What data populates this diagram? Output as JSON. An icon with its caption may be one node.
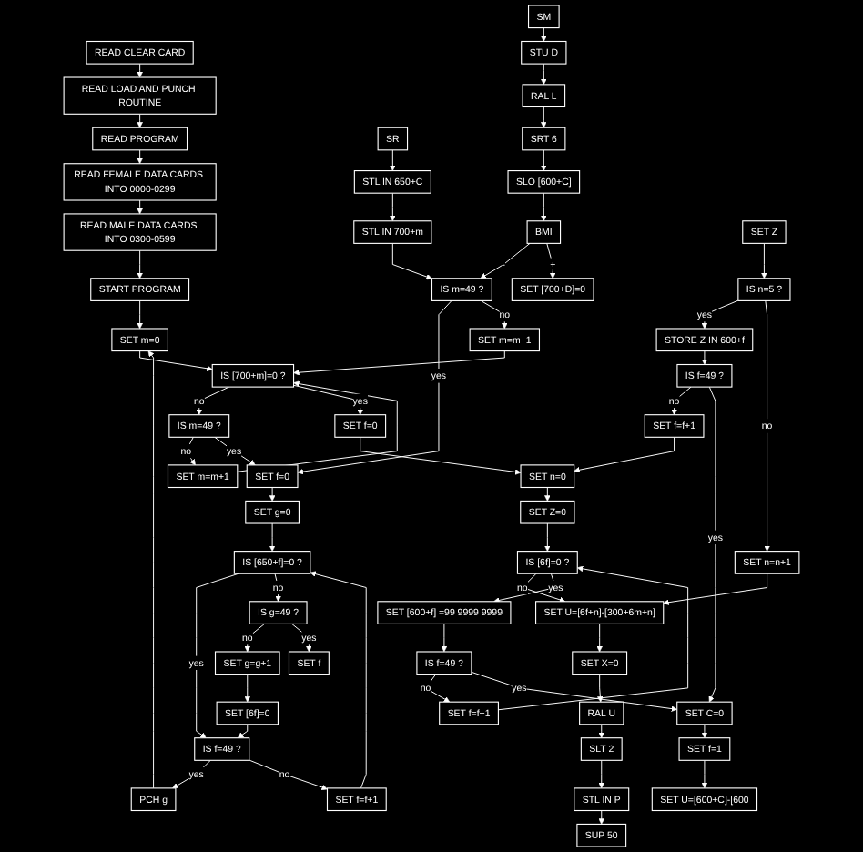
{
  "diagram": {
    "nodes": [
      {
        "text": [
          "READ CLEAR CARD"
        ]
      },
      {
        "text": [
          "READ LOAD AND PUNCH ROUTINE"
        ]
      },
      {
        "text": [
          "READ PROGRAM"
        ]
      },
      {
        "text": [
          "READ FEMALE DATA CARDS INTO 0000-0299"
        ]
      },
      {
        "text": [
          "READ MALE DATA CARDS INTO 0300-0599"
        ]
      },
      {
        "text": [
          "START PROGRAM"
        ]
      },
      {
        "text": [
          "SET m=0"
        ]
      },
      {
        "text": [
          "IS [700+m]=0 ?"
        ]
      },
      {
        "text": [
          "SET m=m+1"
        ]
      },
      {
        "text": [
          "IS m=49 ?"
        ]
      },
      {
        "text": [
          "SET f=0"
        ]
      },
      {
        "text": [
          "SET n=0"
        ]
      },
      {
        "text": [
          "SET Z=0"
        ]
      },
      {
        "text": [
          "IS [6f]=0 ?"
        ]
      },
      {
        "text": [
          "SET [600+f] =99 9999 9999"
        ]
      },
      {
        "text": [
          "SET U=[6f+n]-[300+6m+n]"
        ]
      },
      {
        "text": [
          "PCH g"
        ]
      },
      {
        "text": [
          "IS f=49 ?"
        ]
      },
      {
        "text": [
          "SET [6f]=0"
        ]
      },
      {
        "text": [
          "SET f=f+1"
        ]
      },
      {
        "text": [
          "SET g=g+1"
        ]
      },
      {
        "text": [
          "SET f=0"
        ]
      },
      {
        "text": [
          "SET g=0"
        ]
      },
      {
        "text": [
          "IS [650+f]=0 ?"
        ]
      },
      {
        "text": [
          "IS g=49 ?"
        ]
      },
      {
        "text": [
          "SET f"
        ]
      },
      {
        "text": [
          "STL IN 700+m"
        ]
      },
      {
        "text": [
          "STL IN 650+C"
        ]
      },
      {
        "text": [
          "SR"
        ]
      },
      {
        "text": [
          "SET [700+D]=0"
        ]
      },
      {
        "text": [
          "IS m=49 ?"
        ]
      },
      {
        "text": [
          "SET m=m+1"
        ]
      },
      {
        "text": [
          "BMI"
        ]
      },
      {
        "text": [
          "SLO [600+C]"
        ]
      },
      {
        "text": [
          "SRT 6"
        ]
      },
      {
        "text": [
          "RAL L"
        ]
      },
      {
        "text": [
          "STU D"
        ]
      },
      {
        "text": [
          "SM"
        ]
      },
      {
        "text": [
          "SET C=0"
        ]
      },
      {
        "text": [
          "SET f=1"
        ]
      },
      {
        "text": [
          "SET U=[600+C]-[600"
        ]
      },
      {
        "text": [
          "IS f=49 ?"
        ]
      },
      {
        "text": [
          "STORE Z IN 600+f"
        ]
      },
      {
        "text": [
          "SET f=f+1"
        ]
      },
      {
        "text": [
          "SET f=f+1"
        ]
      },
      {
        "text": [
          "IS f=49 ?"
        ]
      },
      {
        "text": [
          "IS n=5 ?"
        ]
      },
      {
        "text": [
          "SET Z"
        ]
      },
      {
        "text": [
          "SET n=n+1"
        ]
      },
      {
        "text": [
          "SET X=0"
        ]
      },
      {
        "text": [
          "RAL U"
        ]
      },
      {
        "text": [
          "SLT 2"
        ]
      },
      {
        "text": [
          "STL IN P"
        ]
      },
      {
        "text": [
          "SUP 50"
        ]
      }
    ],
    "edges": [
      {
        "from": 0,
        "to": 1,
        "arrow": "to"
      },
      {
        "from": 1,
        "to": 2,
        "arrow": "to"
      },
      {
        "from": 2,
        "to": 3,
        "arrow": "to"
      },
      {
        "from": 3,
        "to": 4,
        "arrow": "to"
      },
      {
        "from": 4,
        "to": 5,
        "arrow": "to"
      },
      {
        "from": 5,
        "to": 6,
        "arrow": "to"
      },
      {
        "from": 6,
        "to": 7,
        "arrow": "to"
      },
      {
        "from": 7,
        "to": 9,
        "label": "no",
        "arrow": "to"
      },
      {
        "from": 9,
        "to": 8,
        "label": "no",
        "arrow": "to"
      },
      {
        "from": 8,
        "to": 7,
        "arrow": "to"
      },
      {
        "from": 7,
        "to": 10,
        "label": "yes",
        "arrow": "to"
      },
      {
        "from": 10,
        "to": 11,
        "arrow": "to"
      },
      {
        "from": 11,
        "to": 12,
        "arrow": "to"
      },
      {
        "from": 12,
        "to": 13,
        "arrow": "to"
      },
      {
        "from": 13,
        "to": 15,
        "label": "no",
        "arrow": "to"
      },
      {
        "from": 13,
        "to": 14,
        "label": "yes",
        "arrow": "to"
      },
      {
        "from": 14,
        "to": 45,
        "arrow": "to"
      },
      {
        "from": 45,
        "to": 44,
        "label": "no",
        "arrow": "to"
      },
      {
        "from": 44,
        "to": 13,
        "arrow": "to"
      },
      {
        "from": 45,
        "to": 38,
        "label": "yes",
        "arrow": "to"
      },
      {
        "from": 41,
        "to": 43,
        "label": "no",
        "arrow": "to"
      },
      {
        "from": 43,
        "to": 11,
        "arrow": "to"
      },
      {
        "from": 41,
        "to": 38,
        "label": "yes",
        "arrow": "to"
      },
      {
        "from": 42,
        "to": 41,
        "arrow": "to"
      },
      {
        "from": 46,
        "to": 42,
        "label": "yes",
        "arrow": "to"
      },
      {
        "from": 46,
        "to": 48,
        "label": "no",
        "arrow": "to"
      },
      {
        "from": 48,
        "to": 15,
        "arrow": "to"
      },
      {
        "from": 47,
        "to": 46,
        "arrow": "to"
      },
      {
        "from": 15,
        "to": 49,
        "arrow": "to"
      },
      {
        "from": 49,
        "to": 50,
        "arrow": "to"
      },
      {
        "from": 50,
        "to": 51,
        "arrow": "to"
      },
      {
        "from": 51,
        "to": 52,
        "arrow": "to"
      },
      {
        "from": 52,
        "to": 53,
        "arrow": "to"
      },
      {
        "from": 38,
        "to": 39,
        "arrow": "to"
      },
      {
        "from": 39,
        "to": 40,
        "arrow": "to"
      },
      {
        "from": 9,
        "to": 21,
        "label": "yes",
        "arrow": "to"
      },
      {
        "from": 21,
        "to": 22,
        "arrow": "to"
      },
      {
        "from": 22,
        "to": 23,
        "arrow": "to"
      },
      {
        "from": 23,
        "to": 17,
        "label": "yes",
        "arrow": "to"
      },
      {
        "from": 23,
        "to": 24,
        "label": "no",
        "arrow": "to"
      },
      {
        "from": 24,
        "to": 20,
        "label": "no",
        "arrow": "to"
      },
      {
        "from": 20,
        "to": 18,
        "arrow": "to"
      },
      {
        "from": 18,
        "to": 17,
        "arrow": "to"
      },
      {
        "from": 24,
        "to": 25,
        "label": "yes",
        "arrow": "to"
      },
      {
        "from": 17,
        "to": 16,
        "label": "yes",
        "arrow": "to"
      },
      {
        "from": 17,
        "to": 19,
        "label": "no",
        "arrow": "to"
      },
      {
        "from": 19,
        "to": 23,
        "arrow": "to"
      },
      {
        "from": 16,
        "to": 6,
        "arrow": "to"
      },
      {
        "from": 30,
        "to": 21,
        "label": "yes",
        "arrow": "to"
      },
      {
        "from": 30,
        "to": 31,
        "label": "no",
        "arrow": "to"
      },
      {
        "from": 31,
        "to": 7,
        "arrow": "to"
      },
      {
        "from": 32,
        "to": 30,
        "label": "-",
        "arrow": "to"
      },
      {
        "from": 32,
        "to": 29,
        "label": "+",
        "arrow": "to"
      },
      {
        "from": 33,
        "to": 32,
        "arrow": "to"
      },
      {
        "from": 34,
        "to": 33,
        "arrow": "to"
      },
      {
        "from": 35,
        "to": 34,
        "arrow": "to"
      },
      {
        "from": 36,
        "to": 35,
        "arrow": "to"
      },
      {
        "from": 37,
        "to": 36,
        "arrow": "to"
      },
      {
        "from": 28,
        "to": 27,
        "arrow": "to"
      },
      {
        "from": 27,
        "to": 26,
        "arrow": "to"
      },
      {
        "from": 26,
        "to": 30,
        "arrow": "to"
      }
    ]
  }
}
